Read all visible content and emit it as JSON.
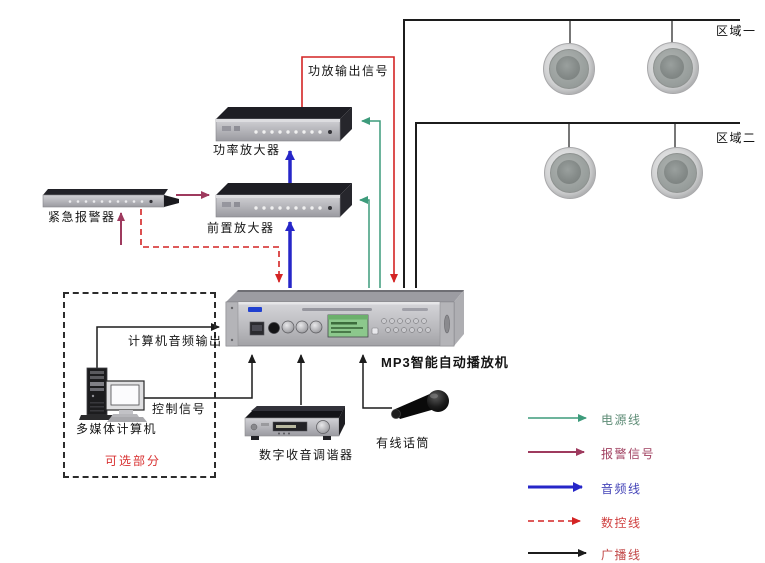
{
  "zones": {
    "zone1": "区域一",
    "zone2": "区域二"
  },
  "devices": {
    "power_amplifier": "功率放大器",
    "preamplifier": "前置放大器",
    "emergency_alarm": "紧急报警器",
    "mp3_player": "MP3智能自动播放机",
    "multimedia_computer": "多媒体计算机",
    "digital_tuner": "数字收音调谐器",
    "wired_microphone": "有线话筒"
  },
  "annotations": {
    "amp_output_signal": "功放输出信号",
    "computer_audio_out": "计算机音频输出",
    "control_signal": "控制信号",
    "optional_part": "可选部分"
  },
  "legend": {
    "items": [
      {
        "label": "电源线",
        "color": "#3d9b7b",
        "label_color": "#5f8d77",
        "line_style": "solid"
      },
      {
        "label": "报警信号",
        "color": "#9e3a5e",
        "label_color": "#a04060",
        "line_style": "solid"
      },
      {
        "label": "音频线",
        "color": "#2626c8",
        "label_color": "#4444b8",
        "line_style": "solid"
      },
      {
        "label": "数控线",
        "color": "#d42424",
        "label_color": "#d04040",
        "line_style": "dashed"
      },
      {
        "label": "广播线",
        "color": "#1c1c1c",
        "label_color": "#c24848",
        "line_style": "solid"
      }
    ]
  },
  "colors": {
    "power_line": "#3d9b7b",
    "alarm_line": "#9e3a5e",
    "audio_line": "#2626c8",
    "signal_red": "#d42424",
    "broadcast_line": "#1c1c1c",
    "optional_text": "#d83030",
    "annotation_text": "#141414"
  }
}
